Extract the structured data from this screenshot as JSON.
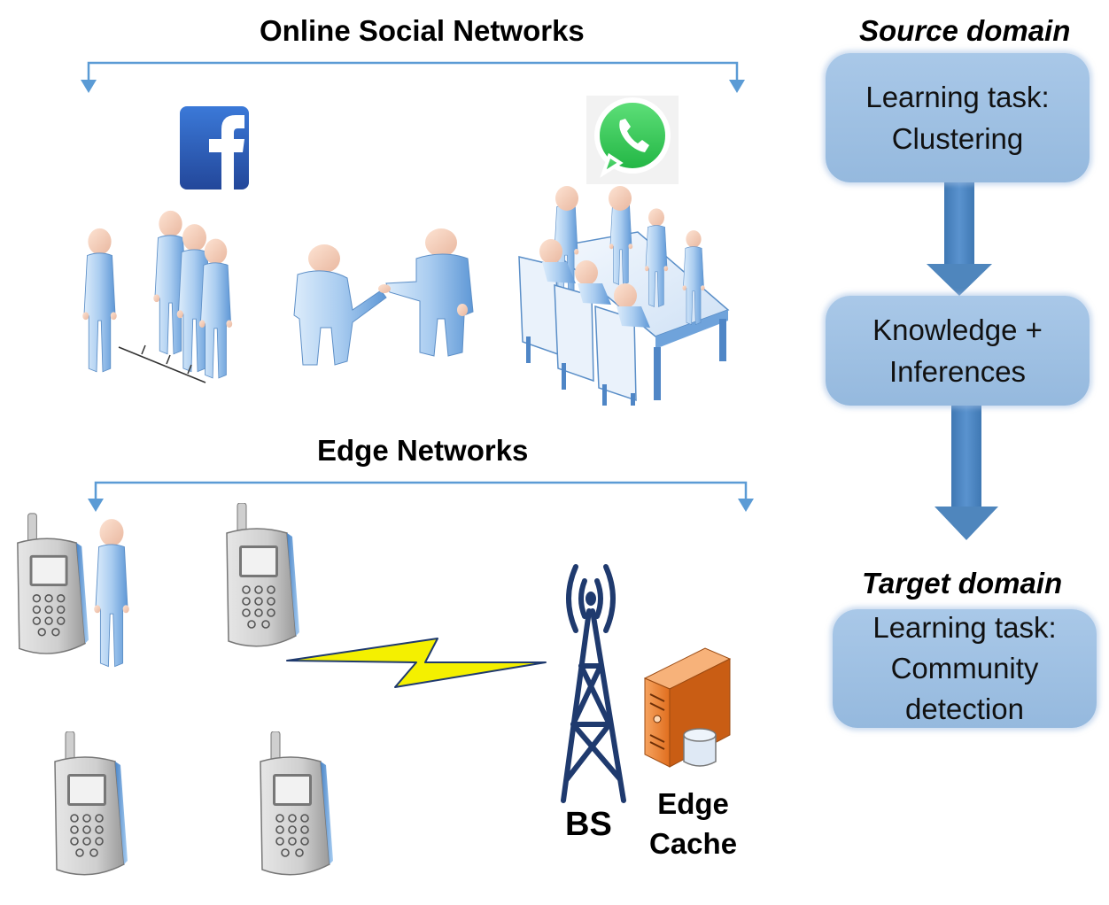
{
  "sections": {
    "online_social_networks": "Online Social Networks",
    "edge_networks": "Edge Networks"
  },
  "source": {
    "title": "Source domain",
    "task_line1": "Learning task:",
    "task_line2": "Clustering",
    "knowledge_line1": "Knowledge +",
    "knowledge_line2": "Inferences"
  },
  "target": {
    "title": "Target domain",
    "task_line1": "Learning task:",
    "task_line2": "Community",
    "task_line3": "detection"
  },
  "edge": {
    "bs_label": "BS",
    "cache_line1": "Edge",
    "cache_line2": "Cache"
  },
  "icons": {
    "social_1": "facebook-icon",
    "social_2": "whatsapp-icon",
    "people": "person-icon",
    "phone": "mobile-phone-icon",
    "tower": "cell-tower-icon",
    "server": "server-icon",
    "link": "lightning-bolt-icon"
  },
  "colors": {
    "bracket": "#5b9bd5",
    "box_fill": "#9dbfe2",
    "flow_arrow": "#4f86bd",
    "tower": "#1f3a6e",
    "server": "#e8782e",
    "bolt": "#f4f000"
  }
}
